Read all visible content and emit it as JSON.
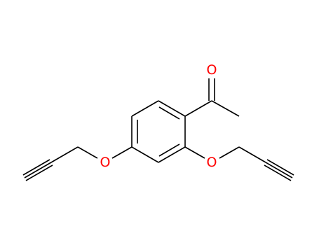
{
  "molecule": {
    "atoms": {
      "carbonyl_oxygen": {
        "symbol": "O",
        "color": "#ff0000"
      },
      "ether_oxygen_ortho": {
        "symbol": "O",
        "color": "#ff0000"
      },
      "ether_oxygen_para": {
        "symbol": "O",
        "color": "#ff0000"
      }
    },
    "colors": {
      "bond": "#000000",
      "heteroatom": "#ff0000",
      "background": "#ffffff"
    }
  }
}
